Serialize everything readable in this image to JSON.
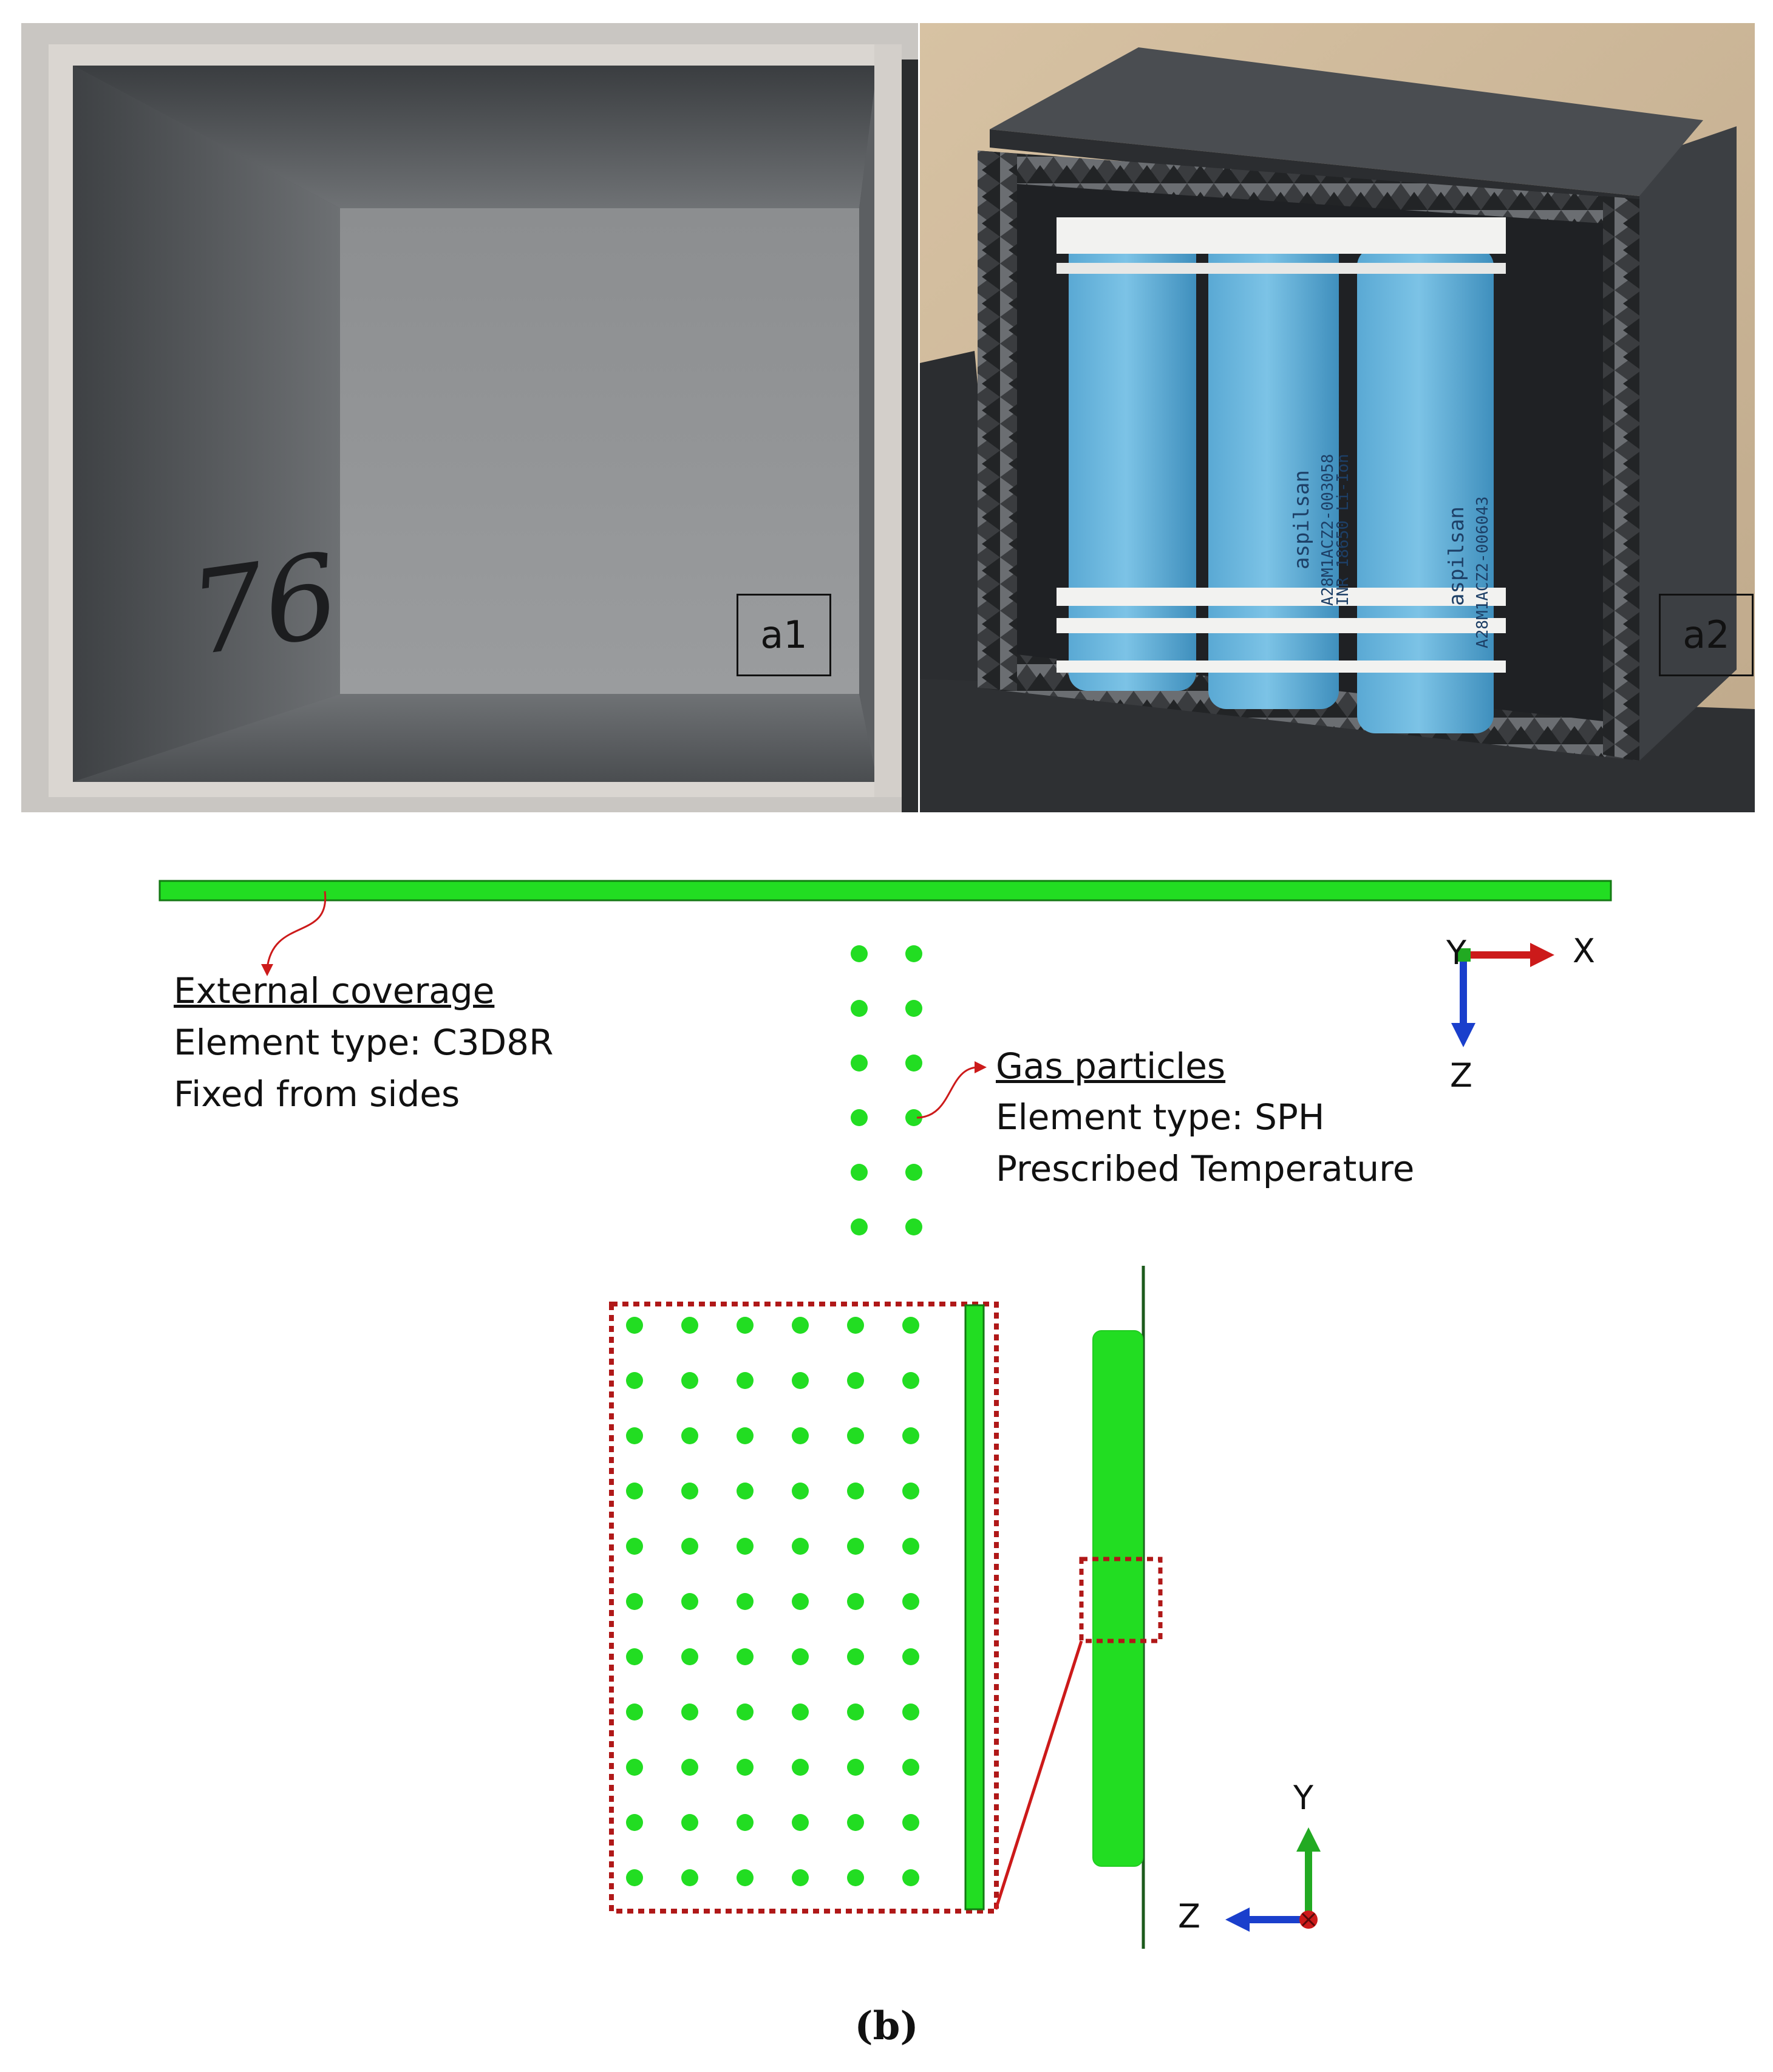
{
  "photos": {
    "a1": {
      "tag": "a1",
      "handwriting": "76"
    },
    "a2": {
      "tag": "a2",
      "cells": [
        {
          "text1": "aspilsan",
          "text2": "A28M1ACZ2-003058",
          "text3": "INR 18650 Li-Ion"
        },
        {
          "text1": "aspilsan",
          "text2": "A28M1ACZ2-006043",
          "text3": ""
        }
      ]
    }
  },
  "diagram": {
    "external": {
      "title": "External coverage",
      "line1": "Element type: C3D8R",
      "line2": "Fixed from sides"
    },
    "gas": {
      "title": "Gas particles",
      "line1": "Element type: SPH",
      "line2": "Prescribed Temperature"
    },
    "axes_top": {
      "a": "Y",
      "b": "X",
      "c": "Z"
    },
    "axes_bottom": {
      "a": "Y",
      "b": "Z"
    },
    "colors": {
      "particle": "#22dd22",
      "dash": "#b01818",
      "arrow_red": "#cc1a1a",
      "arrow_blue": "#1a3fcc",
      "arrow_green": "#22aa22"
    }
  },
  "caption": "(b)"
}
